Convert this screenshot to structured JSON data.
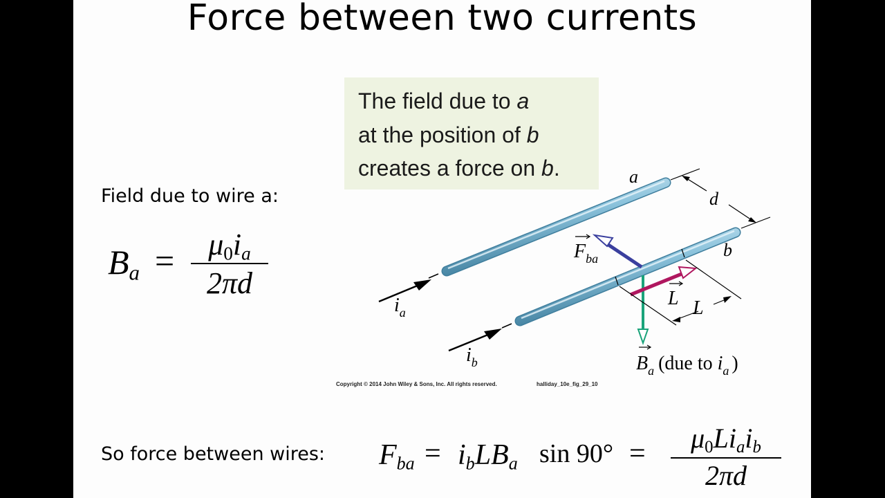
{
  "title": "Force between two currents",
  "note": {
    "line1_prefix": "The field due to ",
    "line1_var": "a",
    "line2_prefix": "at the position of ",
    "line2_var": "b",
    "line3_prefix": "creates a force on ",
    "line3_var": "b",
    "line3_suffix": "."
  },
  "field_label": "Field due to wire a:",
  "field_equation": {
    "lhs_symbol": "B",
    "lhs_sub": "a",
    "equals": "=",
    "numerator": "μ",
    "numerator_sub0": "0",
    "numerator_i": "i",
    "numerator_sub": "a",
    "denominator": "2πd"
  },
  "force_label": "So force between wires:",
  "force_equation": {
    "lhs_symbol": "F",
    "lhs_sub": "ba",
    "equals1": "=",
    "middle_i": "i",
    "middle_isub": "b",
    "middle_L": "L",
    "middle_B": "B",
    "middle_Bsub": "a",
    "middle_sin": "sin 90°",
    "equals2": "=",
    "numerator_mu": "μ",
    "numerator_sub0": "0",
    "numerator_L": "L",
    "numerator_i1": "i",
    "numerator_i1sub": "a",
    "numerator_i2": "i",
    "numerator_i2sub": "b",
    "denominator": "2πd"
  },
  "figure": {
    "wire_a_label": "a",
    "wire_b_label": "b",
    "distance_label": "d",
    "current_a_label": "i",
    "current_a_sub": "a",
    "current_b_label": "i",
    "current_b_sub": "b",
    "force_label": "F",
    "force_sub": "ba",
    "length_vec_label": "L",
    "length_label": "L",
    "field_label": "B",
    "field_sub": "a",
    "field_note": "(due to ",
    "field_note_i": "i",
    "field_note_isub": "a",
    "field_note_close": ")",
    "colors": {
      "wire": "#7fb8d3",
      "force_arrow": "#3a3f9e",
      "length_arrow": "#b0175f",
      "field_arrow": "#1aa37a"
    }
  },
  "copyright": "Copyright © 2014 John Wiley & Sons, Inc. All rights reserved.",
  "figure_id": "halliday_10e_fig_29_10"
}
